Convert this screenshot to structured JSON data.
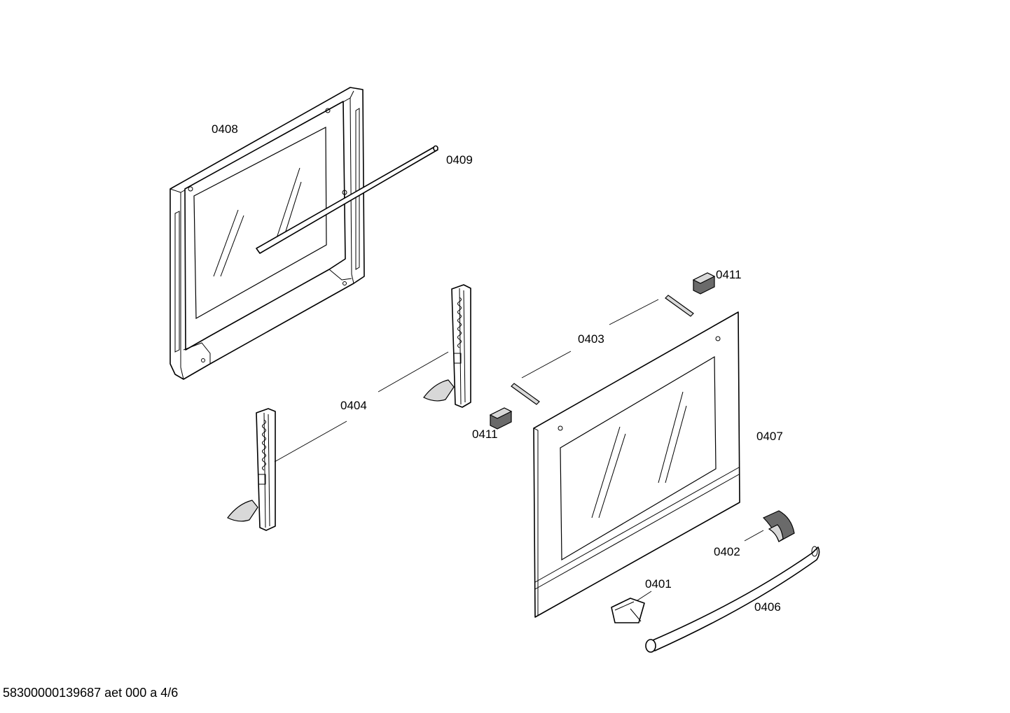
{
  "labels": {
    "p0408": "0408",
    "p0409": "0409",
    "p0411_top": "0411",
    "p0403": "0403",
    "p0404": "0404",
    "p0411_bottom": "0411",
    "p0407": "0407",
    "p0402": "0402",
    "p0401": "0401",
    "p0406": "0406"
  },
  "footer": "58300000139687 aet 000 a 4/6"
}
